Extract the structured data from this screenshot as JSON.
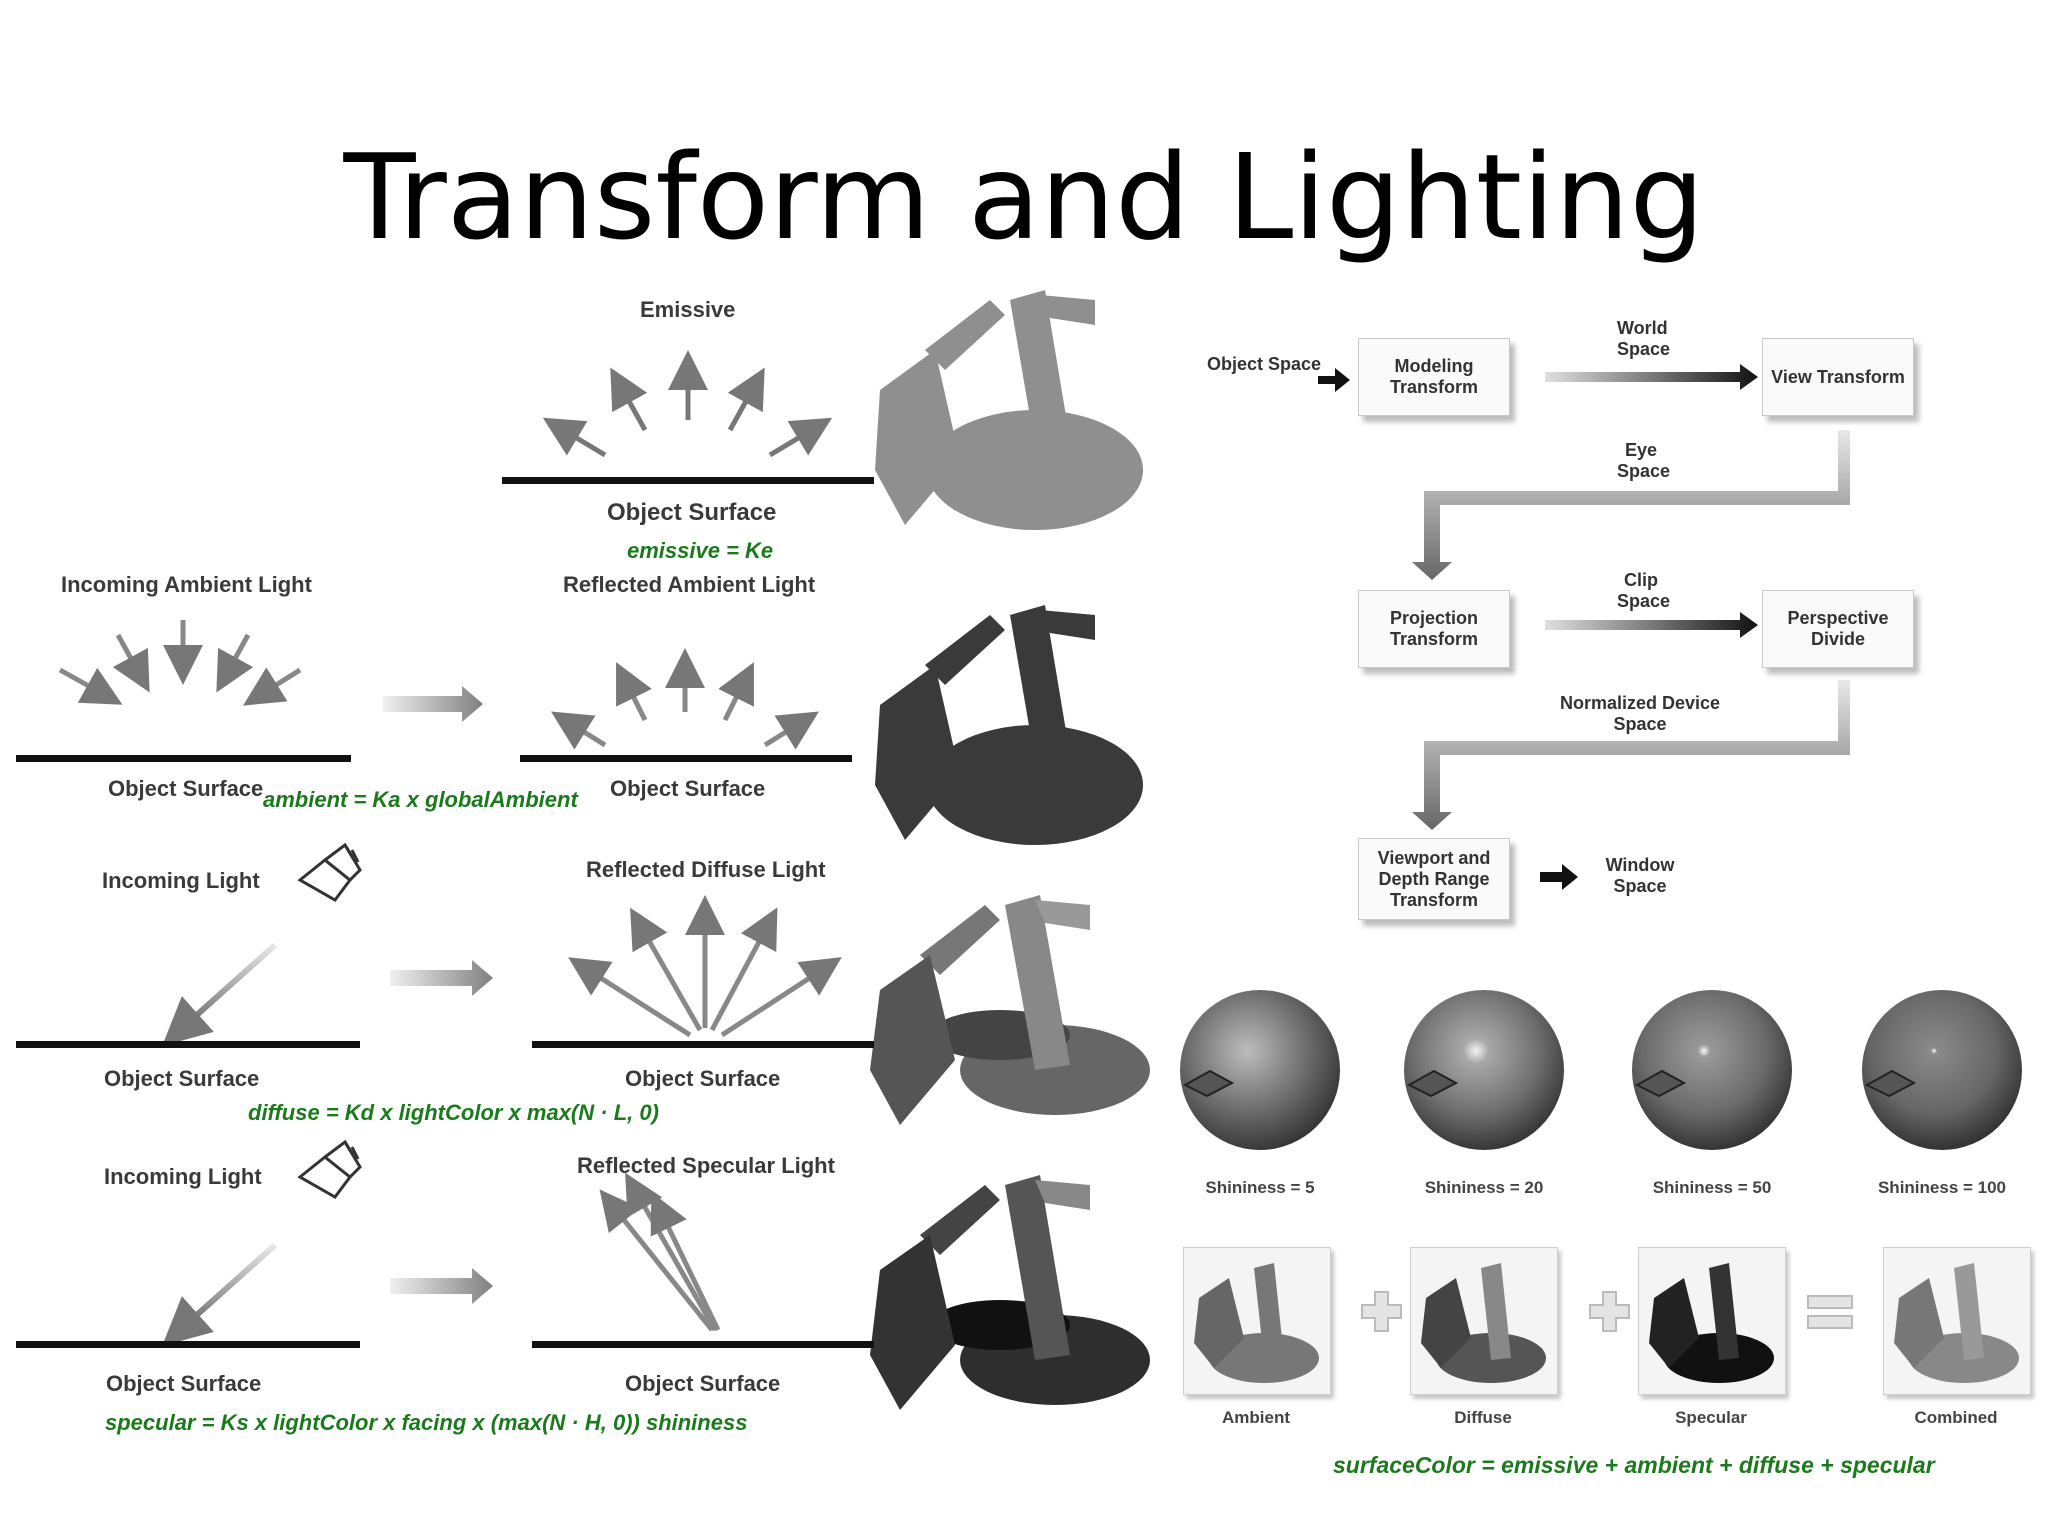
{
  "slide": {
    "title": "Transform and Lighting"
  },
  "lighting": {
    "emissive": {
      "heading": "Emissive",
      "surface_label": "Object Surface",
      "equation": "emissive = Ke"
    },
    "ambient": {
      "incoming_label": "Incoming Ambient Light",
      "reflected_label": "Reflected Ambient Light",
      "surface_left": "Object Surface",
      "surface_right": "Object Surface",
      "equation": "ambient = Ka x globalAmbient"
    },
    "diffuse": {
      "incoming_label": "Incoming Light",
      "reflected_label": "Reflected Diffuse Light",
      "surface_left": "Object Surface",
      "surface_right": "Object Surface",
      "equation": "diffuse = Kd x lightColor x max(N · L, 0)"
    },
    "specular": {
      "incoming_label": "Incoming Light",
      "reflected_label": "Reflected Specular Light",
      "surface_left": "Object Surface",
      "surface_right": "Object Surface",
      "equation": "specular = Ks x lightColor x facing x (max(N · H, 0)) shininess"
    }
  },
  "pipeline": {
    "object_space": "Object Space",
    "modeling_transform": "Modeling Transform",
    "world_space": "World Space",
    "view_transform": "View Transform",
    "eye_space": "Eye Space",
    "projection_transform": "Projection Transform",
    "clip_space": "Clip Space",
    "perspective_divide": "Perspective Divide",
    "ndc_space": "Normalized Device Space",
    "viewport_transform": "Viewport and Depth Range Transform",
    "window_space": "Window Space"
  },
  "shininess": [
    {
      "label": "Shininess = 5"
    },
    {
      "label": "Shininess = 20"
    },
    {
      "label": "Shininess = 50"
    },
    {
      "label": "Shininess = 100"
    }
  ],
  "combination": {
    "labels": [
      "Ambient",
      "Diffuse",
      "Specular",
      "Combined"
    ],
    "equation": "surfaceColor = emissive + ambient + diffuse + specular"
  },
  "colors": {
    "equation": "#1b7a1b",
    "surface": "#111111"
  }
}
